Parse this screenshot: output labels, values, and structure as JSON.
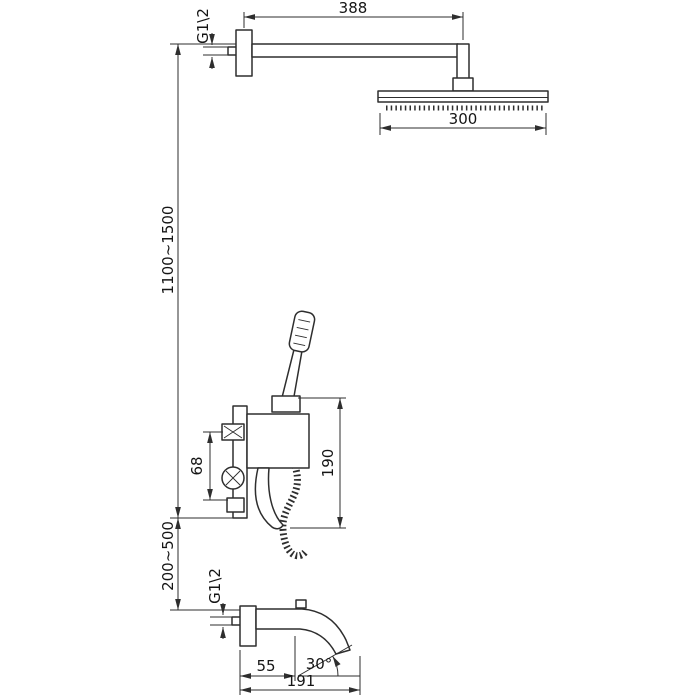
{
  "drawing": {
    "dimensions": {
      "arm_length": "388",
      "head_width": "300",
      "top_thread": "G1\\2",
      "mount_height_range": "1100~1500",
      "valve_port_spacing": "68",
      "valve_section_height": "190",
      "lower_height_range": "200~500",
      "bottom_thread": "G1\\2",
      "spout_wall_offset": "55",
      "spout_outlet_angle": "30°",
      "spout_length": "191"
    }
  }
}
